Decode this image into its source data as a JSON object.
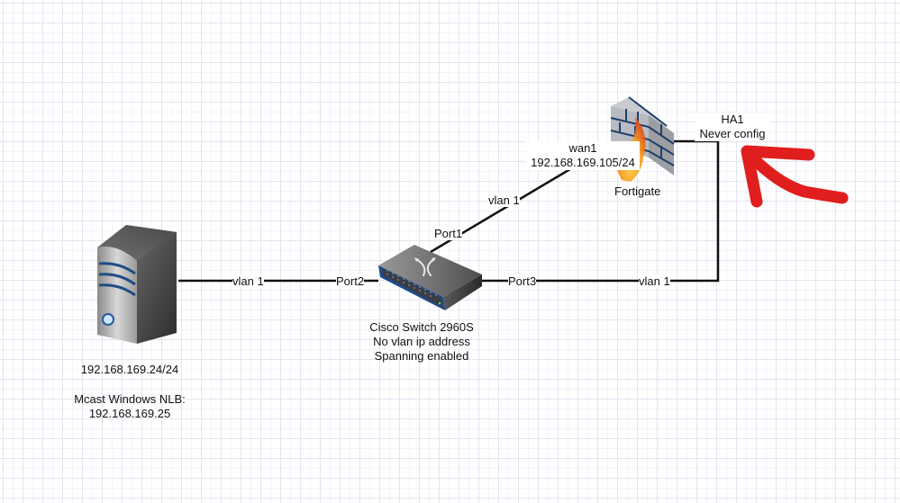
{
  "diagram": {
    "title": "Network topology",
    "nodes": {
      "server": {
        "icon": "server-tower-icon",
        "ip": "192.168.169.24/24",
        "nlb_label": "Mcast Windows NLB:",
        "nlb_ip": "192.168.169.25"
      },
      "switch": {
        "icon": "network-switch-icon",
        "lines": [
          "Cisco Switch 2960S",
          "No vlan ip address",
          "Spanning enabled"
        ]
      },
      "firewall": {
        "icon": "firewall-icon",
        "name": "Fortigate",
        "wan_iface": "wan1",
        "wan_ip": "192.168.169.105/24",
        "ha_iface": "HA1",
        "ha_note": "Never config"
      }
    },
    "links": {
      "server_switch": {
        "vlan": "vlan 1",
        "port": "Port2"
      },
      "switch_firewall_wan": {
        "vlan": "vlan 1",
        "port": "Port1"
      },
      "switch_firewall_ha": {
        "vlan": "vlan 1",
        "port": "Port3"
      }
    },
    "annotation": {
      "type": "hand-drawn-arrow",
      "color": "#e02020",
      "points_to": "HA1"
    }
  }
}
